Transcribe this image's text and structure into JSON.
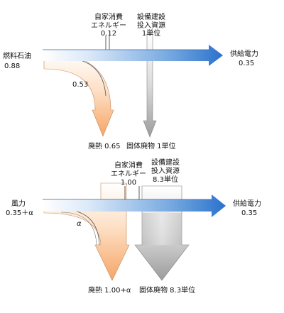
{
  "top": {
    "input_label": "燃料石油",
    "input_value": "0.88",
    "branch_value": "0.53",
    "self_line1": "自家消費",
    "self_line2": "エネルギー",
    "self_value": "0.12",
    "equip_line1": "設備建設",
    "equip_line2": "投入資源",
    "equip_value": "1単位",
    "output_label": "供給電力",
    "output_value": "0.35",
    "heat_label": "廃熱 0.65",
    "waste_label": "固体廃物 1単位"
  },
  "bottom": {
    "input_label": "風力",
    "input_value": "0.35＋α",
    "branch_value": "α",
    "self_line1": "自家消費",
    "self_line2": "エネルギー",
    "self_value": "1.00",
    "equip_line1": "設備建設",
    "equip_line2": "投入資源",
    "equip_value": "8.3単位",
    "output_label": "供給電力",
    "output_value": "0.35",
    "heat_label": "廃熱 1.00+α",
    "waste_label": "固体廃物 8.3単位"
  }
}
